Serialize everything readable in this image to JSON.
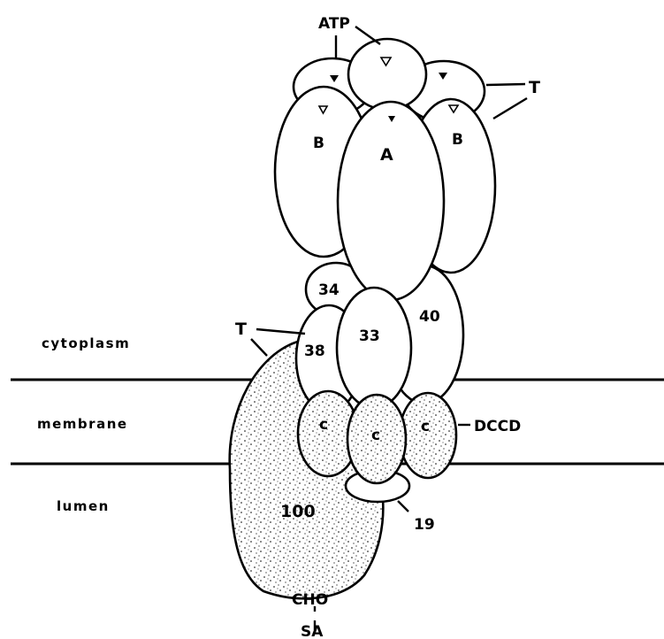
{
  "regions": {
    "cytoplasm": "cytoplasm",
    "membrane": "membrane",
    "lumen": "lumen"
  },
  "subunits": {
    "A": "A",
    "B_left": "B",
    "B_right": "B",
    "s34": "34",
    "s33": "33",
    "s40": "40",
    "s38": "38",
    "s100": "100",
    "c_left": "c",
    "c_center": "c",
    "c_right": "c",
    "s19": "19"
  },
  "annotations": {
    "atp": "ATP",
    "t_top": "T",
    "t_left": "T",
    "dccd": "DCCD",
    "cho": "CHO",
    "sa": "SA"
  }
}
